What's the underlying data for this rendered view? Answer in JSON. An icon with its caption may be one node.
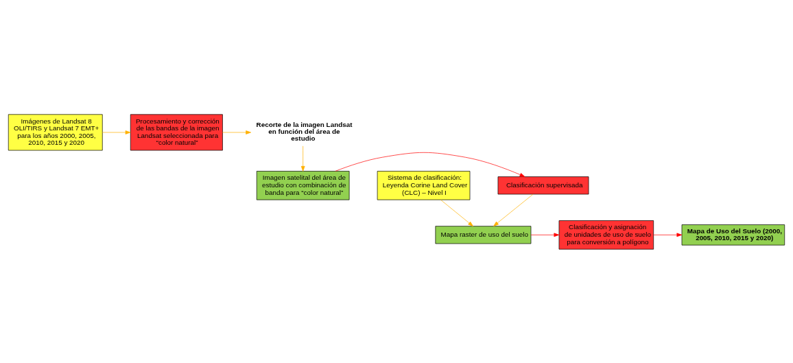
{
  "diagram": {
    "nodes": [
      {
        "text": [
          "Imágenes de Landsat 8 OLI/TIRS y Landsat 7 EMT+ para los años 2000, 2005, 2010, 2015 y 2020"
        ]
      },
      {
        "text": [
          "Procesamiento y corrección de las bandas de la imagen Landsat seleccionada para “color natural”"
        ]
      },
      {
        "text": [
          "Recorte de la imagen Landsat en función del área de estudio"
        ]
      },
      {
        "text": [
          "Imagen satelital del área de estudio con combinación de banda para “color natural”"
        ]
      },
      {
        "text": [
          "Clasificación supervisada"
        ]
      },
      {
        "text": [
          "Sistema de clasificación: Leyenda Corine Land Cover (CLC) – Nivel I"
        ]
      },
      {
        "text": [
          "Mapa raster de uso del suelo"
        ]
      },
      {
        "text": [
          "Clasificación y asignación de unidades de uso de suelo para conversión a polígono"
        ]
      },
      {
        "text": [
          "Mapa de Uso del Suelo (2000, 2005, 2010, 2015 y 2020)"
        ]
      }
    ],
    "edges": [
      {
        "from": 0,
        "to": 1,
        "arrow": "to"
      },
      {
        "from": 1,
        "to": 2,
        "arrow": "to"
      },
      {
        "from": 2,
        "to": 3,
        "arrow": "to"
      },
      {
        "from": 3,
        "to": 4,
        "arrow": "to",
        "color": "#ff0000"
      },
      {
        "from": 5,
        "to": 6,
        "arrow": "to"
      },
      {
        "from": 4,
        "to": 6,
        "arrow": "to"
      },
      {
        "from": 6,
        "to": 7,
        "arrow": "to",
        "color": "#ff0000"
      },
      {
        "from": 7,
        "to": 8,
        "arrow": "to",
        "color": "#ff0000"
      }
    ]
  }
}
